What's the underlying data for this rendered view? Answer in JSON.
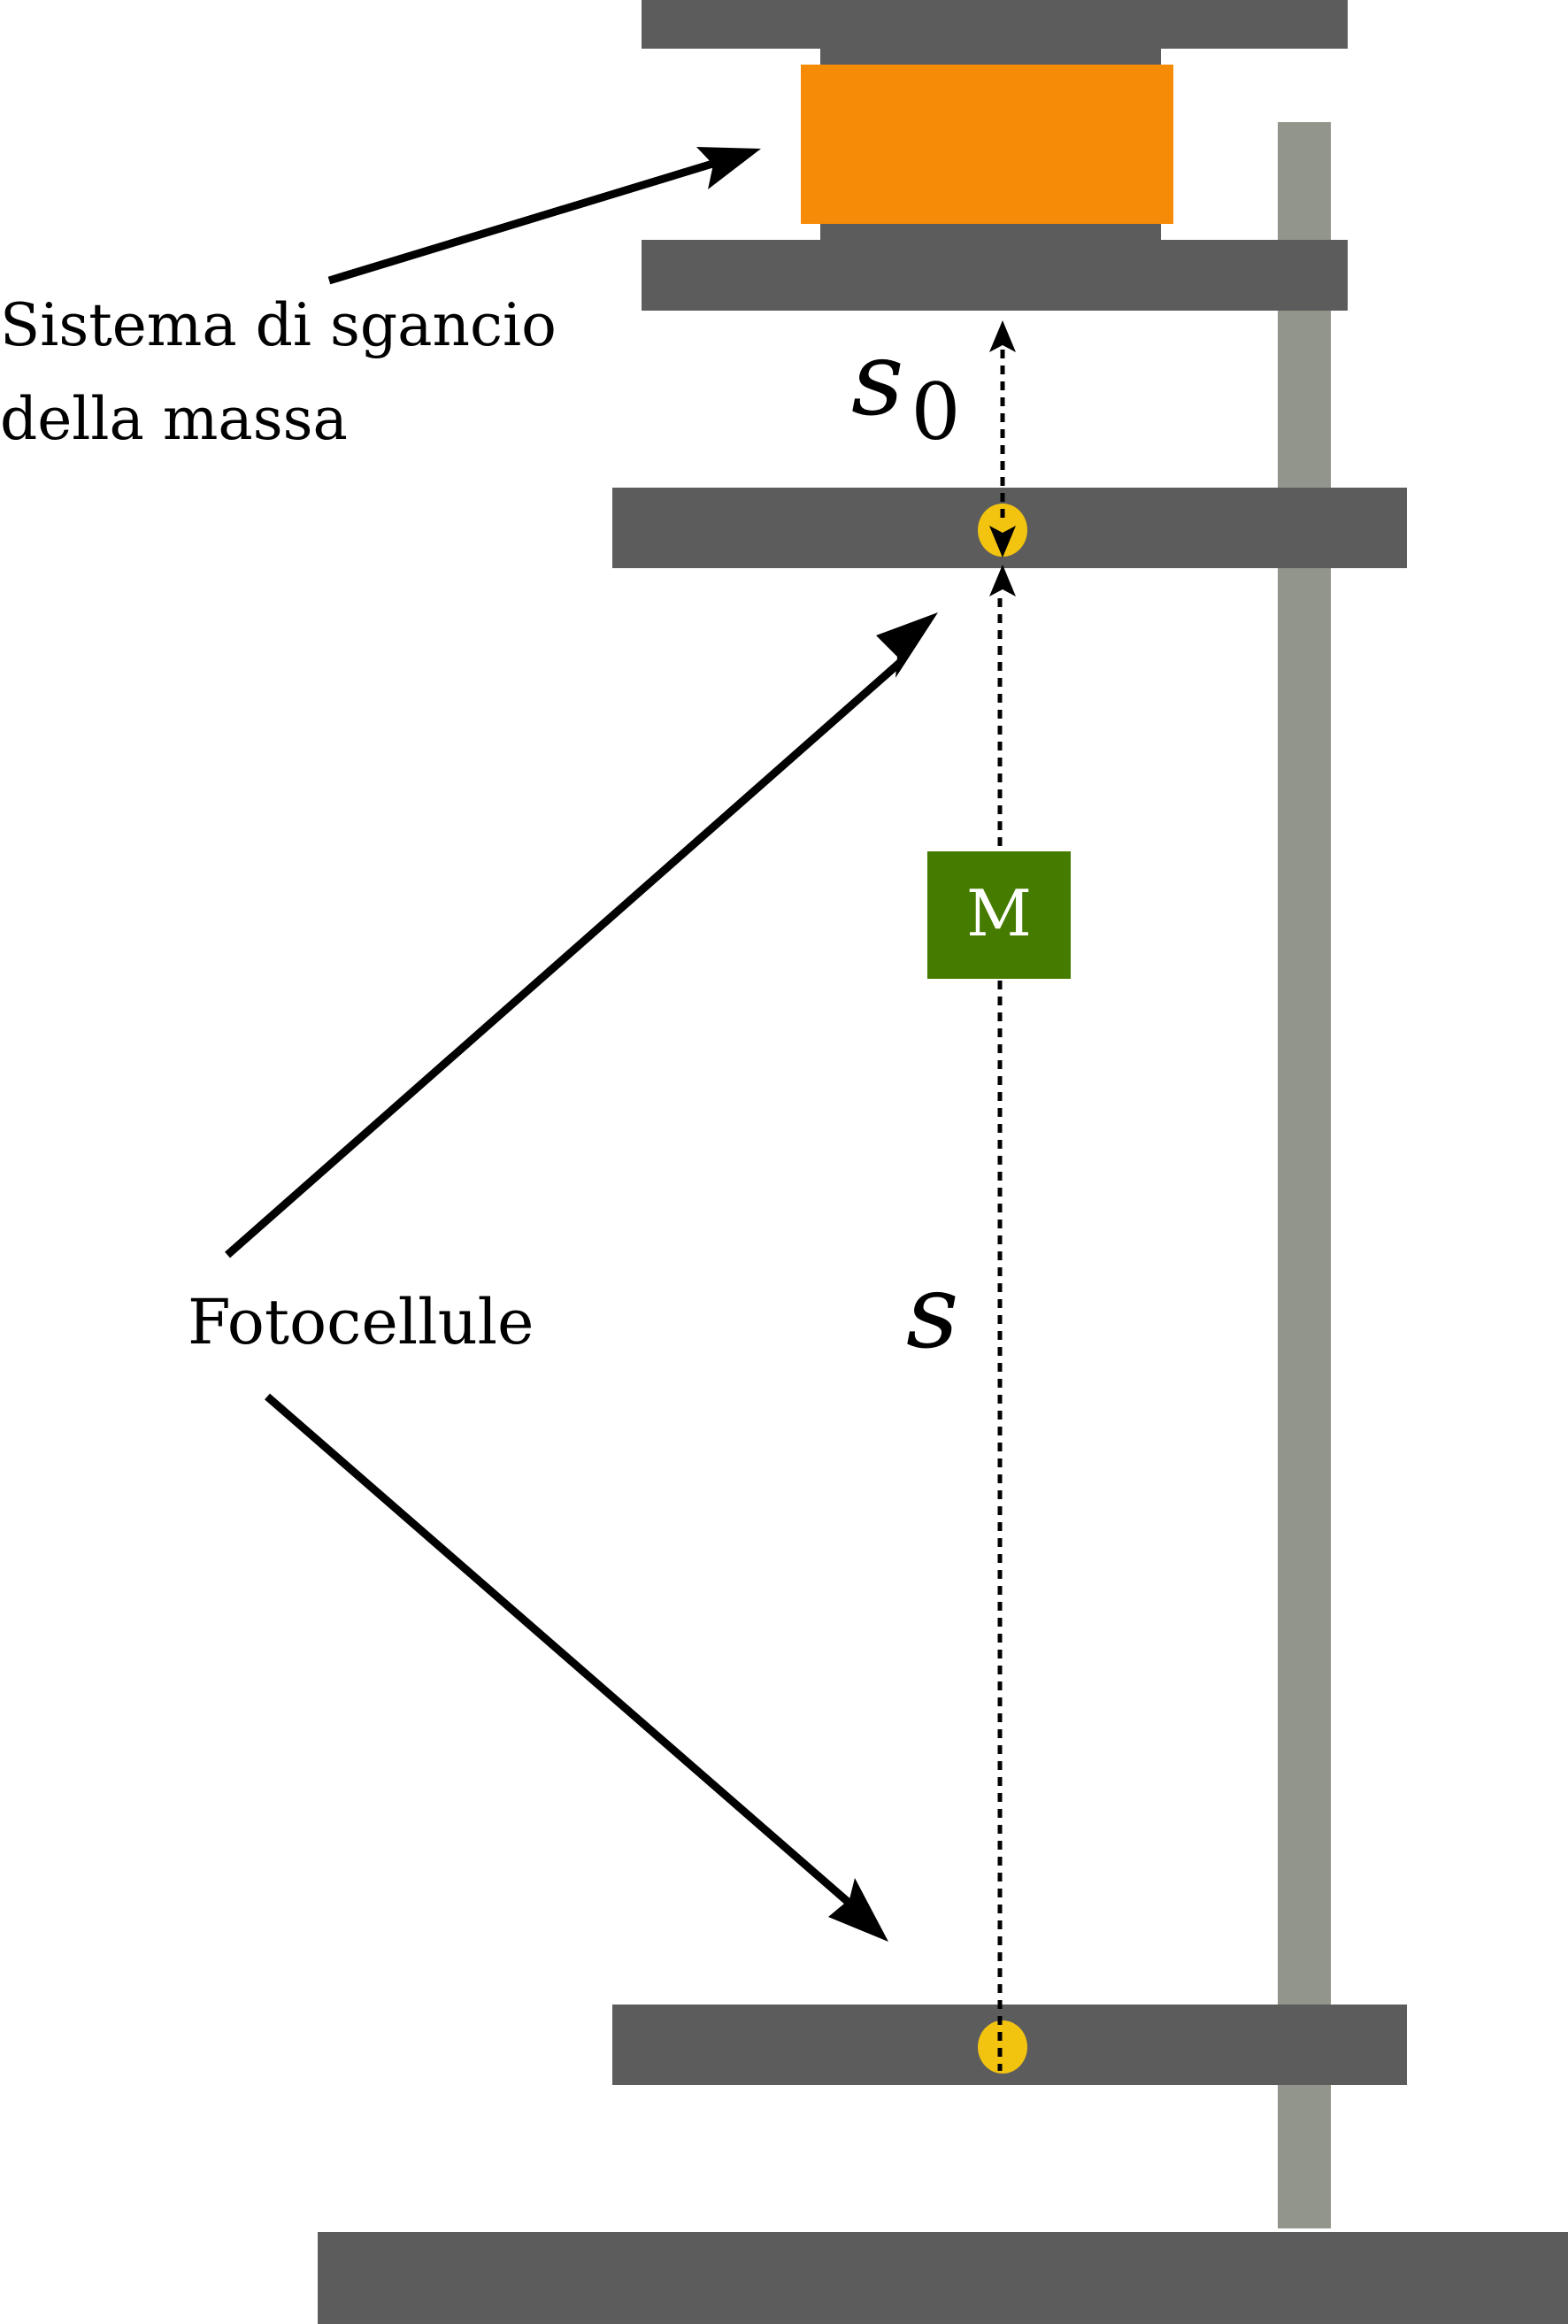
{
  "labels": {
    "release_line1": "Sistema di sgancio",
    "release_line2": "della massa",
    "photocells": "Fotocellule",
    "s0_base": "s",
    "s0_sub": "0",
    "s": "s",
    "mass": "M"
  },
  "colors": {
    "plate": "#5c5c5c",
    "pole": "#92958b",
    "release_block": "#f58b06",
    "mass_block": "#457c00",
    "sensor": "#f2c40f",
    "arrow": "#000000"
  }
}
